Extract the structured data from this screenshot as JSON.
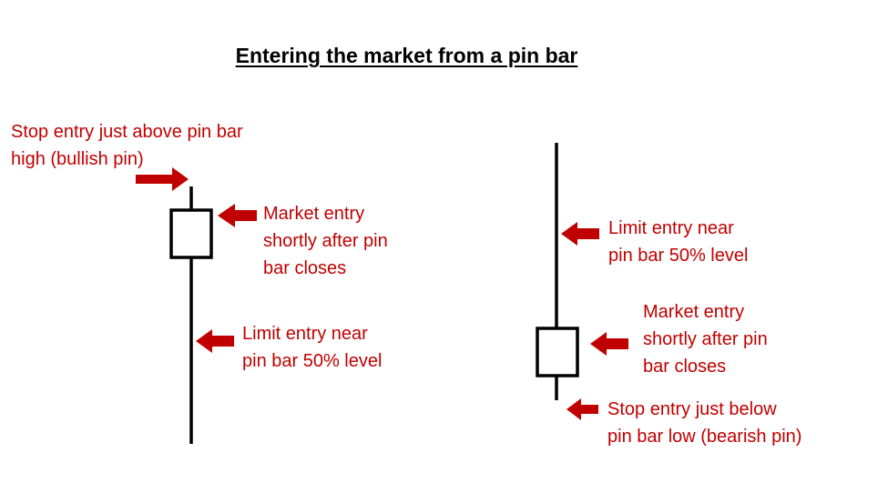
{
  "title": "Entering the market from a pin bar",
  "colors": {
    "annotation": "#c00000",
    "arrow": "#c00000",
    "candle": "#000000",
    "background": "#ffffff"
  },
  "bullish_pin": {
    "stop_entry": [
      "Stop entry just above pin bar",
      "high (bullish pin)"
    ],
    "market_entry": [
      "Market entry",
      "shortly after pin",
      "bar closes"
    ],
    "limit_entry": [
      "Limit entry near",
      "pin bar 50% level"
    ]
  },
  "bearish_pin": {
    "limit_entry": [
      "Limit entry near",
      "pin bar 50% level"
    ],
    "market_entry": [
      "Market entry",
      "shortly after pin",
      "bar closes"
    ],
    "stop_entry": [
      "Stop entry just below",
      "pin bar low (bearish pin)"
    ]
  }
}
